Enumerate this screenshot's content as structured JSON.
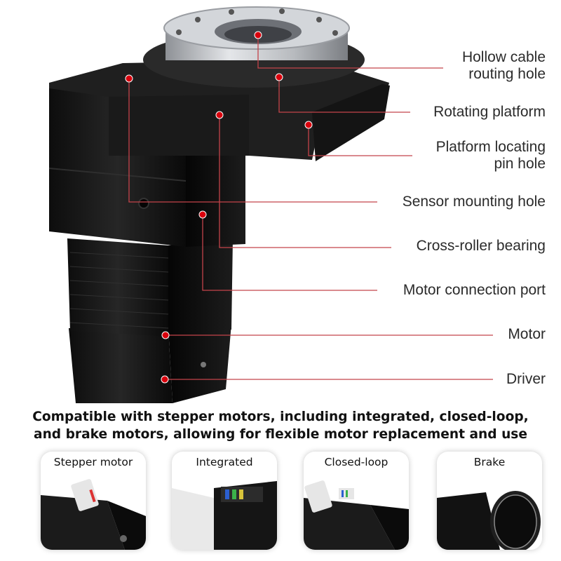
{
  "callouts": [
    {
      "id": "hollow-cable-routing-hole",
      "lines": [
        "Hollow cable",
        "routing hole"
      ]
    },
    {
      "id": "rotating-platform",
      "lines": [
        "Rotating platform"
      ]
    },
    {
      "id": "platform-locating-pin-hole",
      "lines": [
        "Platform locating",
        "pin hole"
      ]
    },
    {
      "id": "sensor-mounting-hole",
      "lines": [
        "Sensor mounting hole"
      ]
    },
    {
      "id": "cross-roller-bearing",
      "lines": [
        "Cross-roller bearing"
      ]
    },
    {
      "id": "motor-connection-port",
      "lines": [
        "Motor connection port"
      ]
    },
    {
      "id": "motor",
      "lines": [
        "Motor"
      ]
    },
    {
      "id": "driver",
      "lines": [
        "Driver"
      ]
    }
  ],
  "headline": {
    "line1": "Compatible with stepper motors, including integrated, closed-loop,",
    "line2": "and brake motors, allowing for flexible motor replacement and use"
  },
  "cards": [
    {
      "id": "stepper-motor",
      "title": "Stepper motor"
    },
    {
      "id": "integrated",
      "title": "Integrated"
    },
    {
      "id": "closed-loop",
      "title": "Closed-loop"
    },
    {
      "id": "brake",
      "title": "Brake"
    }
  ],
  "colors": {
    "marker": "#d9000d",
    "leader": "#c4434a",
    "body": "#161616",
    "steel": "#c7c9cc"
  }
}
